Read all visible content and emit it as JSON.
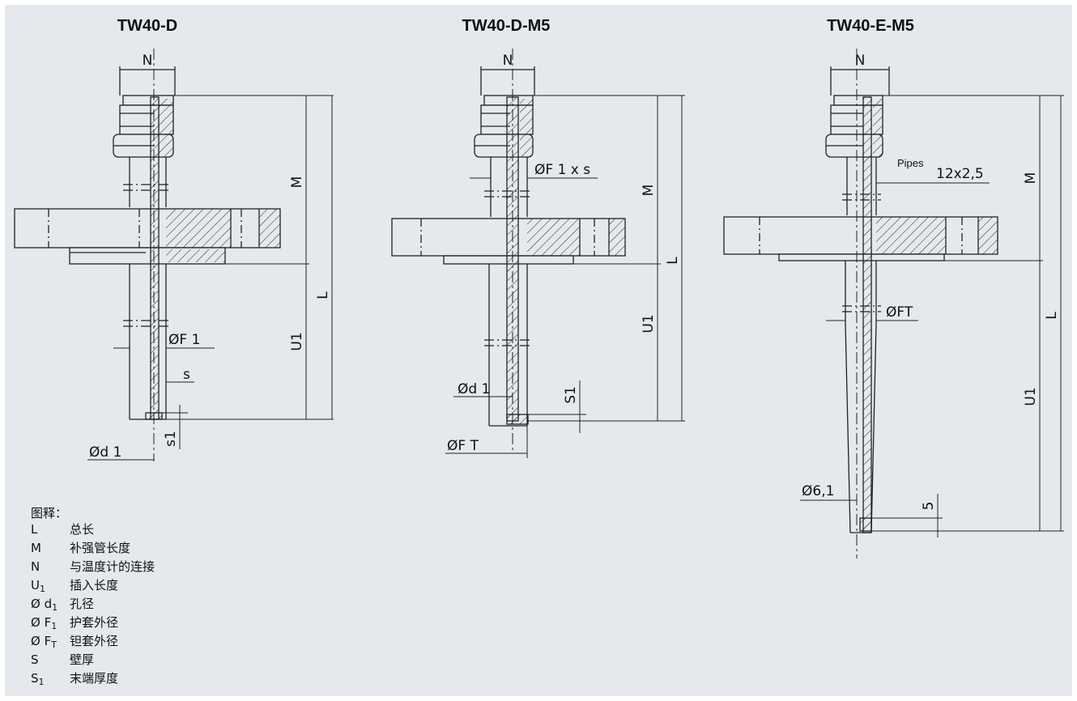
{
  "titles": [
    "TW40-D",
    "TW40-D-M5",
    "TW40-E-M5"
  ],
  "dims": {
    "N": "N",
    "M": "M",
    "L": "L",
    "U1": "U1",
    "F1": "ØF 1",
    "F1xs": "ØF 1 x s",
    "s": "s",
    "s1": "s1",
    "S1": "S1",
    "d1": "Ød 1",
    "FT": "ØF T",
    "FT2": "ØFT",
    "pipes_label": "Pipes",
    "pipes_value": "12x2,5",
    "d61": "Ø6,1",
    "five": "5"
  },
  "legend": {
    "heading": "图释：",
    "items": [
      {
        "sym": "L",
        "sub": "",
        "desc": "总长"
      },
      {
        "sym": "M",
        "sub": "",
        "desc": "补强管长度"
      },
      {
        "sym": "N",
        "sub": "",
        "desc": "与温度计的连接"
      },
      {
        "sym": "U",
        "sub": "1",
        "desc": "插入长度"
      },
      {
        "sym": "Ø d",
        "sub": "1",
        "desc": "孔径"
      },
      {
        "sym": "Ø F",
        "sub": "1",
        "desc": "护套外径"
      },
      {
        "sym": "Ø F",
        "sub": "T",
        "desc": "钽套外径"
      },
      {
        "sym": "S",
        "sub": "",
        "desc": "壁厚"
      },
      {
        "sym": "S",
        "sub": "1",
        "desc": "末端厚度"
      }
    ]
  }
}
